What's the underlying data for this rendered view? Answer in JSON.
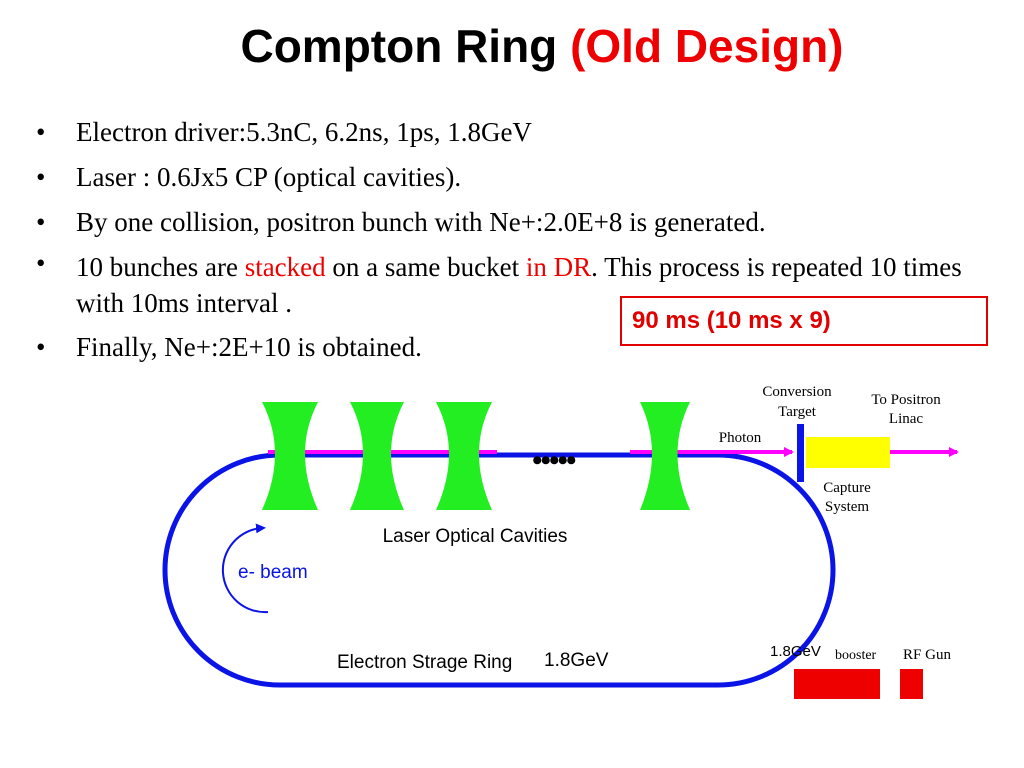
{
  "title": {
    "main": "Compton Ring",
    "accent": "(Old Design)"
  },
  "bullets": {
    "b1": "Electron driver:5.3nC, 6.2ns, 1ps, 1.8GeV",
    "b2": "Laser : 0.6Jx5 CP (optical cavities).",
    "b3": "By one collision, positron bunch with Ne+:2.0E+8 is generated.",
    "b4": {
      "part1": "10 bunches are ",
      "stacked": "stacked",
      "part2": " on a same bucket ",
      "in_dr": "in DR",
      "part3": ". This process is repeated 10 times with 10ms interval ."
    },
    "b5": "Finally, Ne+:2E+10 is obtained."
  },
  "note": "90 ms (10 ms x 9)",
  "diagram": {
    "dots": "•••••",
    "conversion_target_1": "Conversion",
    "conversion_target_2": "Target",
    "to_positron_1": "To Positron",
    "to_positron_2": "Linac",
    "photon": "Photon",
    "capture_1": "Capture",
    "capture_2": "System",
    "laser_cavities": "Laser Optical Cavities",
    "e_beam": "e- beam",
    "ring_label": "Electron Strage Ring",
    "ring_energy": "1.8GeV",
    "booster_energy": "1.8GeV",
    "booster": "booster",
    "rf_gun": "RF Gun"
  },
  "colors": {
    "ring": "#0a14e6",
    "cavity": "#22ee22",
    "photon": "#ff00ff",
    "capture": "#ffff00",
    "accent_red": "#ee0000",
    "components": "#ee0000"
  }
}
